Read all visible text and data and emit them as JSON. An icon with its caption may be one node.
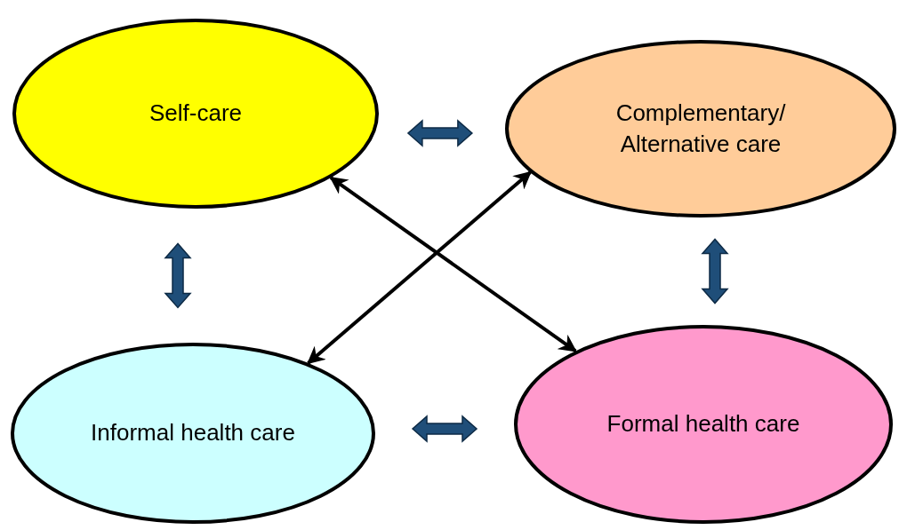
{
  "diagram": {
    "nodes": [
      {
        "text": [
          "Self-care"
        ]
      },
      {
        "text": [
          "Complementary/ Alternative care"
        ]
      },
      {
        "text": [
          "Informal health care"
        ]
      },
      {
        "text": [
          "Formal health care"
        ]
      }
    ],
    "edges": [
      {
        "from": 0,
        "to": 1,
        "arrow": "both",
        "style": "thick"
      },
      {
        "from": 0,
        "to": 2,
        "arrow": "both",
        "style": "thick"
      },
      {
        "from": 1,
        "to": 3,
        "arrow": "both",
        "style": "thick"
      },
      {
        "from": 2,
        "to": 3,
        "arrow": "both",
        "style": "thick"
      },
      {
        "from": 0,
        "to": 3,
        "arrow": "both",
        "color": "#000000"
      },
      {
        "from": 1,
        "to": 2,
        "arrow": "both",
        "color": "#000000"
      }
    ]
  }
}
